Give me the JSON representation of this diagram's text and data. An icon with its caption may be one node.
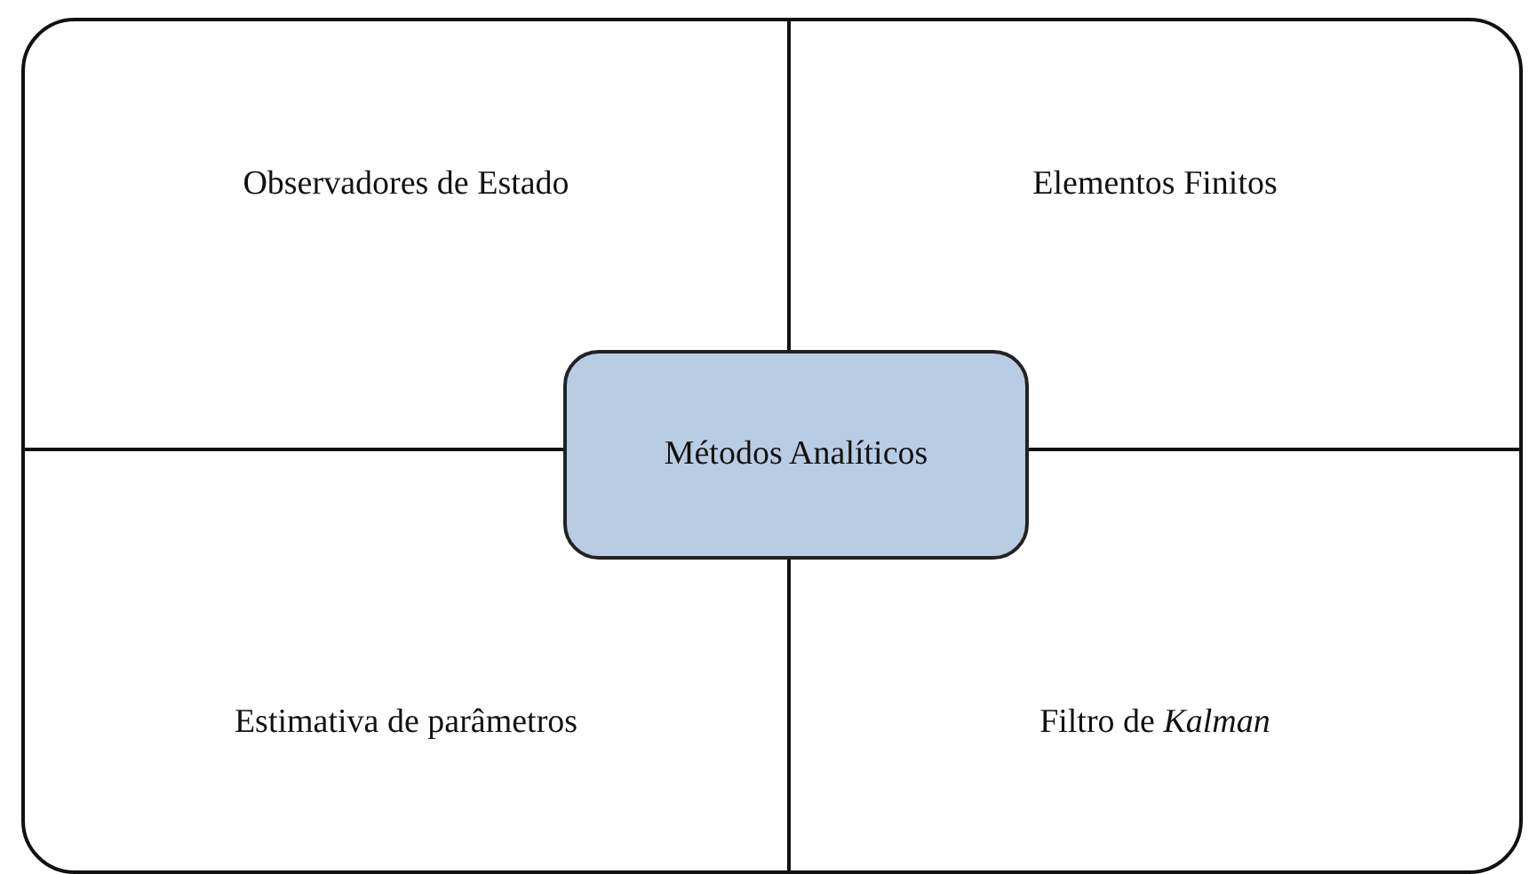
{
  "diagram": {
    "nodes": [
      {
        "text": [],
        "shape": "box"
      },
      {
        "text": [
          "Observadores de Estado"
        ],
        "in": 0
      },
      {
        "text": [
          "Elementos Finitos"
        ],
        "in": 0
      },
      {
        "text": [
          "Estimativa de parâmetros"
        ],
        "in": 0
      },
      {
        "text": [
          "Filtro de *Kalman*"
        ],
        "in": 0
      },
      {
        "text": [
          "Métodos Analíticos"
        ],
        "in": 0
      }
    ]
  }
}
